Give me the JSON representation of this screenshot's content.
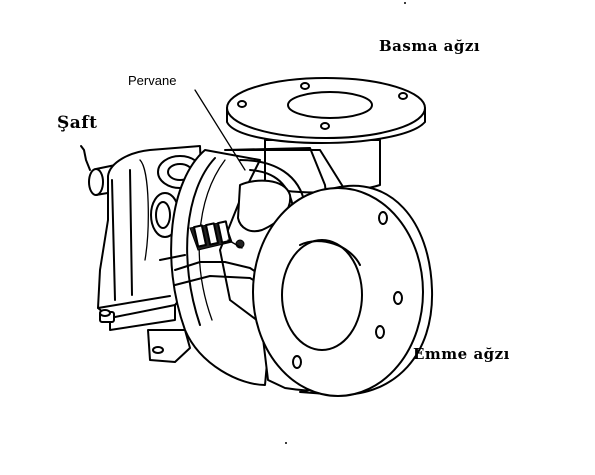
{
  "labels": {
    "basma": "Basma ağzı",
    "saft": "Şaft",
    "pervane": "Pervane",
    "emme": "Emme ağzı"
  },
  "colors": {
    "line": "#000000",
    "background": "#ffffff"
  }
}
